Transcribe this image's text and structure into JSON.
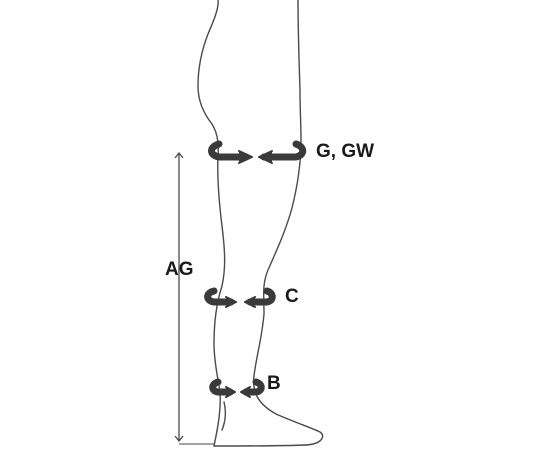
{
  "diagram": {
    "labels": {
      "thigh": "G, GW",
      "calf": "C",
      "ankle": "B",
      "height": "AG"
    }
  },
  "colors": {
    "outline": "#4a4a4a",
    "band": "#3a3a3a",
    "text": "#1a1a1a",
    "background": "#ffffff"
  }
}
